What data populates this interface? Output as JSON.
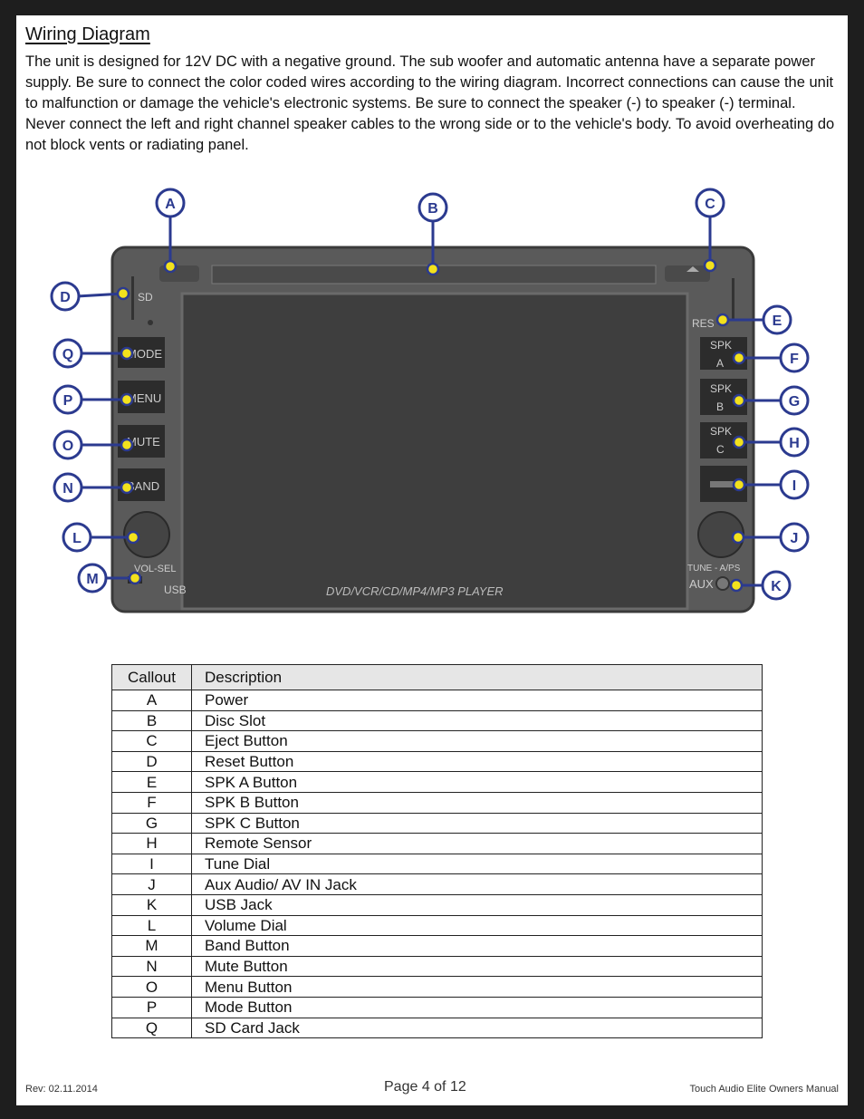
{
  "header": {
    "title": "Wiring Diagram",
    "intro": "The unit is designed for 12V DC with a negative ground. The sub woofer and automatic antenna have a separate power supply. Be sure to connect the color coded wires according to the wiring diagram. Incorrect connections can cause the unit to malfunction or damage the vehicle's electronic systems. Be sure to connect the speaker (-) to speaker (-) terminal. Never connect the left and right channel speaker cables to the wrong side or to the vehicle's body. To avoid overheating do not block vents or radiating panel."
  },
  "device": {
    "labels": {
      "sd": "SD",
      "res": "RES",
      "mode": "MODE",
      "menu": "MENU",
      "mute": "MUTE",
      "band": "BAND",
      "spk": "SPK",
      "spk_a": "A",
      "spk_b": "B",
      "spk_c": "C",
      "vol_sel": "VOL-SEL",
      "usb": "USB",
      "tune": "TUNE - A/PS",
      "aux": "AUX",
      "model": "DVD/VCR/CD/MP4/MP3 PLAYER"
    },
    "colors": {
      "callout": "#2b3a8f",
      "dot": "#f2e11d",
      "body": "#5a5a5a"
    }
  },
  "callouts": [
    "A",
    "B",
    "C",
    "D",
    "E",
    "F",
    "G",
    "H",
    "I",
    "J",
    "K",
    "L",
    "M",
    "N",
    "O",
    "P",
    "Q"
  ],
  "table": {
    "headers": [
      "Callout",
      "Description"
    ],
    "rows": [
      [
        "A",
        "Power"
      ],
      [
        "B",
        "Disc Slot"
      ],
      [
        "C",
        "Eject Button"
      ],
      [
        "D",
        "Reset Button"
      ],
      [
        "E",
        "SPK A Button"
      ],
      [
        "F",
        "SPK B Button"
      ],
      [
        "G",
        "SPK C Button"
      ],
      [
        "H",
        "Remote Sensor"
      ],
      [
        "I",
        "Tune Dial"
      ],
      [
        "J",
        "Aux Audio/ AV IN Jack"
      ],
      [
        "K",
        "USB Jack"
      ],
      [
        "L",
        "Volume Dial"
      ],
      [
        "M",
        "Band Button"
      ],
      [
        "N",
        "Mute Button"
      ],
      [
        "O",
        "Menu Button"
      ],
      [
        "P",
        "Mode Button"
      ],
      [
        "Q",
        "SD Card Jack"
      ]
    ]
  },
  "footer": {
    "rev": "Rev: 02.11.2014",
    "page": "Page 4 of 12",
    "manual": "Touch Audio Elite Owners Manual"
  }
}
